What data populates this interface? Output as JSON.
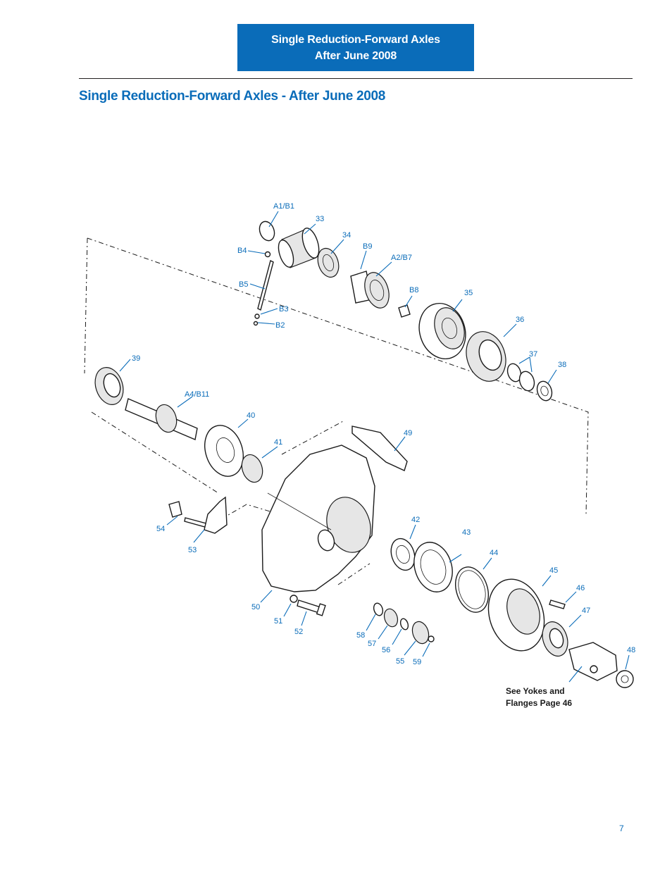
{
  "header": {
    "line1": "Single Reduction-Forward Axles",
    "line2": "After June 2008"
  },
  "title": "Single Reduction-Forward Axles - After June 2008",
  "labels": {
    "A1B1": "A1/B1",
    "p33": "33",
    "p34": "34",
    "B4": "B4",
    "B9": "B9",
    "A2B7": "A2/B7",
    "B5": "B5",
    "B8": "B8",
    "p35": "35",
    "B3": "B3",
    "B2": "B2",
    "p36": "36",
    "p37": "37",
    "p38": "38",
    "p39": "39",
    "A4B11": "A4/B11",
    "p40": "40",
    "p49": "49",
    "p41": "41",
    "p54": "54",
    "p53": "53",
    "p42": "42",
    "p43": "43",
    "p44": "44",
    "p45": "45",
    "p46": "46",
    "p47": "47",
    "p48": "48",
    "p50": "50",
    "p51": "51",
    "p52": "52",
    "p58": "58",
    "p57": "57",
    "p56": "56",
    "p55": "55",
    "p59": "59"
  },
  "note": {
    "line1": "See Yokes and",
    "line2": "Flanges Page 46"
  },
  "page_number": "7",
  "colors": {
    "accent": "#0a6cb9",
    "ink": "#1a1a1a"
  }
}
